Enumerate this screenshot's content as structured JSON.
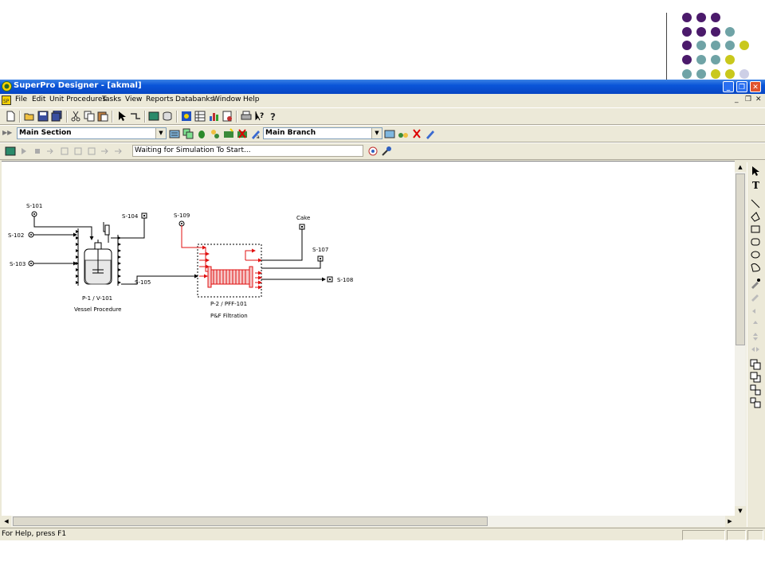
{
  "window": {
    "title": "SuperPro Designer - [akmal]"
  },
  "menu": [
    "File",
    "Edit",
    "Unit Procedures",
    "Tasks",
    "View",
    "Reports",
    "Databanks",
    "Window",
    "Help"
  ],
  "toolbar2": {
    "section": "Main Section",
    "branch": "Main Branch"
  },
  "toolbar3": {
    "sim_status": "Waiting for Simulation To Start..."
  },
  "flowsheet": {
    "streams": [
      "S-101",
      "S-102",
      "S-103",
      "S-104",
      "S-105",
      "S-109",
      "Cake",
      "S-107",
      "S-108"
    ],
    "vessel": {
      "tag": "P-1 / V-101",
      "name": "Vessel Procedure"
    },
    "filter": {
      "tag": "P-2 / PFF-101",
      "name": "P&F Filtration"
    }
  },
  "statusbar": {
    "help": "For Help, press F1"
  },
  "colors": {
    "title_blue": "#0a55d8",
    "flow_red": "#e01010",
    "deco_purple": "#4b1a6b",
    "deco_teal": "#6fa3a6",
    "deco_yellow": "#c9c81c",
    "deco_lavender": "#cdcfe6"
  },
  "icons": [
    "new-icon",
    "open-icon",
    "save-icon",
    "save-all-icon",
    "cut-icon",
    "copy-icon",
    "paste-icon",
    "pointer-icon",
    "stream-icon",
    "simulate-icon",
    "stop-icon",
    "print-icon",
    "help-icon"
  ]
}
